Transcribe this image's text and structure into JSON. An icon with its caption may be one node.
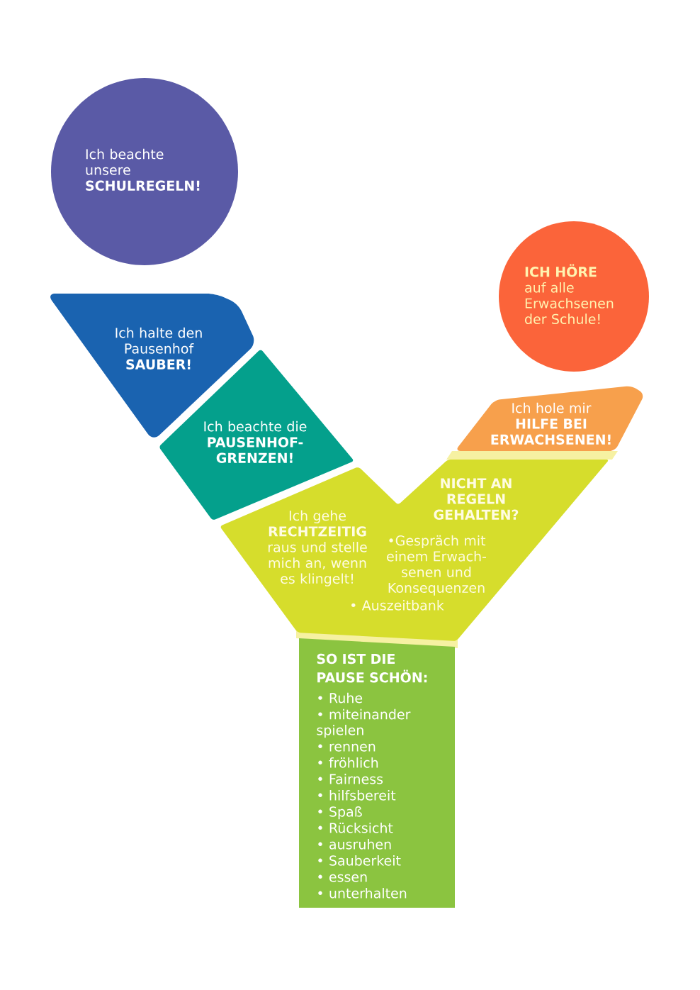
{
  "diagram": {
    "nodes": [
      {
        "text": [
          "Ich beachte unsere **SCHULREGELN!**"
        ]
      },
      {
        "text": [
          "**ICH HÖRE** auf alle Erwachsenen der Schule!"
        ]
      },
      {
        "text": [
          "Ich halte den Pausenhof **SAUBER!**"
        ]
      },
      {
        "text": [
          "Ich beachte die **PAUSENHOF- GRENZEN!**"
        ]
      },
      {
        "text": [
          "Ich hole mir **HILFE BEI ERWACHSENEN!**"
        ]
      },
      {
        "text": [
          "Ich gehe **RECHTZEITIG** raus und stelle mich an, wenn es klingelt!",
          "NICHT AN REGELN GEHALTEN?",
          "•Gespräch mit einem Erwach- senen und Konsequenzen",
          "• Auszeitbank"
        ]
      },
      {
        "text": [
          "SO IST DIE PAUSE SCHÖN:",
          "• Ruhe",
          "• miteinander spielen",
          "• rennen",
          "• fröhlich",
          "• Fairness",
          "• hilfsbereit",
          "• Spaß",
          "• Rücksicht",
          "• ausruhen",
          "• Sauberkeit",
          "• essen",
          "• unterhalten"
        ]
      }
    ]
  }
}
